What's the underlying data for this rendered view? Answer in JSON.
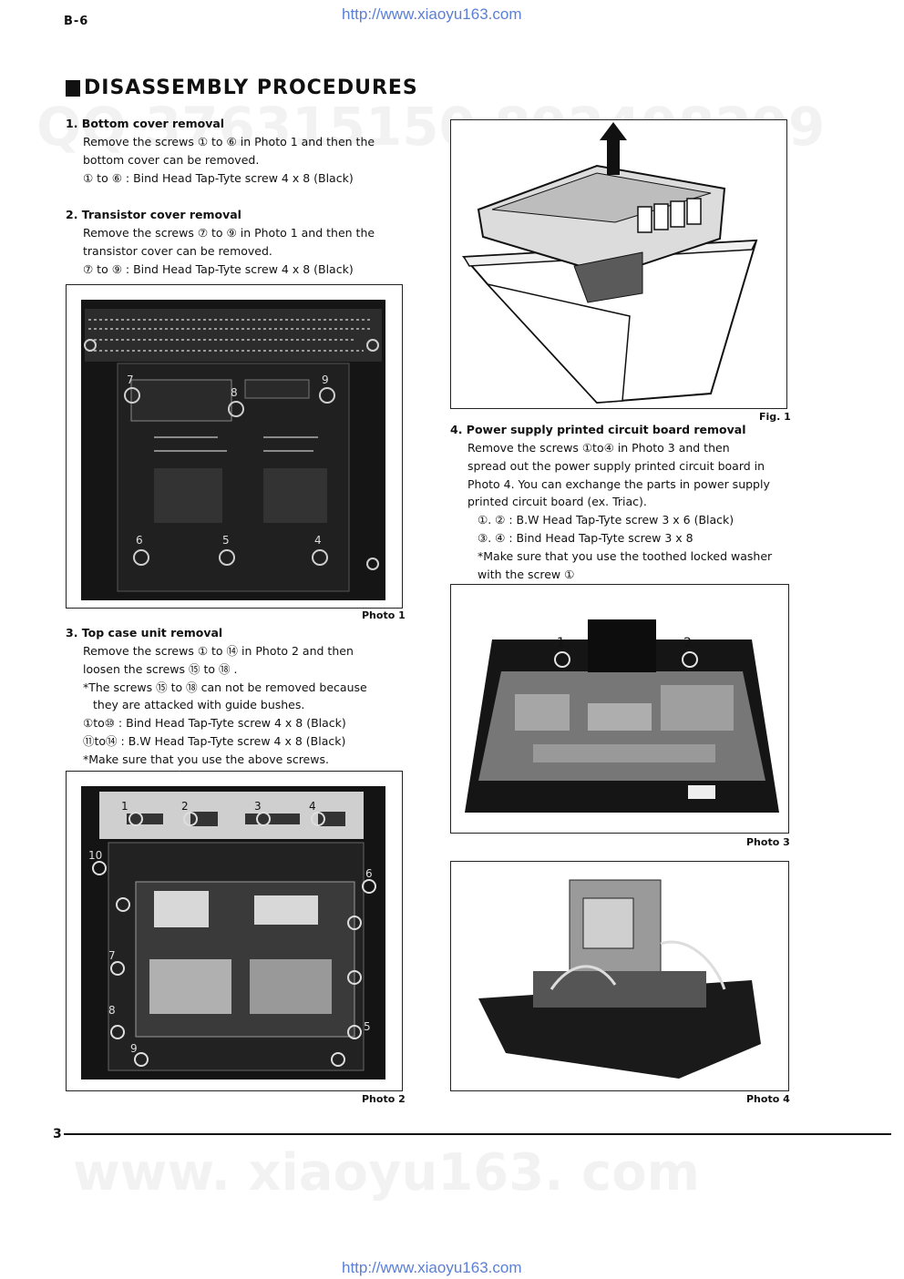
{
  "header": {
    "url_top": "http://www.xiaoyu163.com",
    "page_code": "B-6"
  },
  "title": "DISASSEMBLY PROCEDURES",
  "sections": {
    "s1": {
      "title": "1.  Bottom cover removal",
      "line1": "Remove  the  screws ① to ⑥  in  Photo  1  and then the",
      "line2": "bottom cover can be removed.",
      "line3": "① to ⑥ :  Bind Head Tap-Tyte screw 4 x 8 (Black)"
    },
    "s2": {
      "title": "2.  Transistor cover removal",
      "line1": "Remove  the  screws ⑦ to ⑨  in  Photo  1  and then the",
      "line2": "transistor cover can be removed.",
      "line3": "⑦ to ⑨ :  Bind Head Tap-Tyte screw 4 x 8 (Black)"
    },
    "s3": {
      "title": "3.  Top case unit removal",
      "line1": "Remove   the   screws ① to ⑭ in   Photo   2   and   then",
      "line2": "loosen the screws ⑮ to ⑱ .",
      "line3": "*The  screws  ⑮  to ⑱ can  not  be  removed  because",
      "line4": "they are attacked with guide bushes.",
      "line5": "①to⑩ :  Bind Head Tap-Tyte screw 4 x 8 (Black)",
      "line6": "⑪to⑭ :  B.W Head Tap-Tyte screw 4 x 8 (Black)",
      "line7": "*Make sure that you use the above screws."
    },
    "s4": {
      "title": "4.  Power supply printed circuit board removal",
      "line1": "Remove  the  screws ①to④ in  Photo  3  and  then",
      "line2": "spread out the power supply printed circuit board in",
      "line3": "Photo 4. You can exchange the parts in power supply",
      "line4": "printed circuit board (ex. Triac).",
      "line5": "①. ② :   B.W Head Tap-Tyte screw 3 x 6 (Black)",
      "line6": "③. ④ :   Bind Head Tap-Tyte screw 3 x 8",
      "line7": "*Make sure that you use the toothed locked washer",
      "line8": "with the screw ①"
    }
  },
  "captions": {
    "photo1": "Photo 1",
    "photo2": "Photo 2",
    "photo3": "Photo 3",
    "photo4": "Photo 4",
    "fig1": "Fig. 1"
  },
  "photo_labels": {
    "p1": [
      "6",
      "5",
      "4",
      "7",
      "8",
      "9"
    ],
    "p2": [
      "1",
      "2",
      "3",
      "4",
      "5",
      "6",
      "7",
      "8",
      "9",
      "10"
    ],
    "p3": [
      "1",
      "2"
    ]
  },
  "footer": {
    "page_number": "3",
    "url_bottom": "http://www.xiaoyu163.com",
    "watermark_text": "www. xiaoyu163. com"
  }
}
